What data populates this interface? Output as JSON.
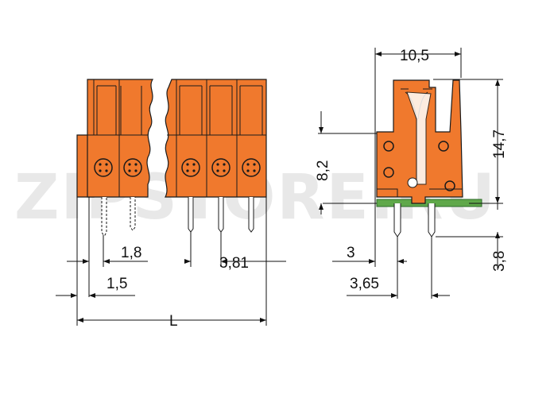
{
  "watermark": "ZIPSTORE.RU",
  "front_view": {
    "dimensions": {
      "pitch_small": "1,8",
      "pitch": "3,81",
      "offset": "1,5",
      "length": "L"
    }
  },
  "side_view": {
    "dimensions": {
      "width": "10,5",
      "height_total": "14,7",
      "height_to_hole": "8,2",
      "pin_offset_1": "3",
      "pin_offset_2": "3,65",
      "pin_length": "3,8"
    }
  },
  "colors": {
    "housing": "#f0792d",
    "pcb": "#5fa84a",
    "lines": "#111111"
  }
}
